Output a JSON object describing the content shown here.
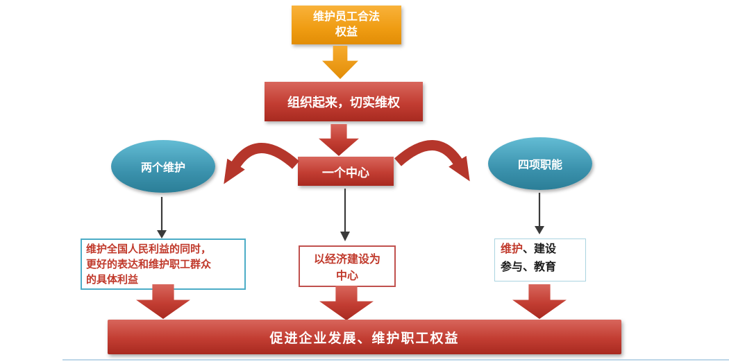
{
  "colors": {
    "orange": "#EF9C12",
    "red": "#C23D32",
    "teal": "#3B92AD",
    "note_text_red": "#C0392B"
  },
  "nodes": {
    "top": "维护员工合法\n权益",
    "organize": "组织起来，切实维权",
    "left_ellipse": "两个维护",
    "center_box": "一个中心",
    "right_ellipse": "四项职能",
    "left_note": "维护全国人民利益的同时，\n更好的表达和维护职工群众\n的具体利益",
    "center_note": "以经济建设为\n中心",
    "right_note": {
      "red": "维护",
      "rest": "、建设\n参与、教育"
    },
    "bottom_bar": "促进企业发展、维护职工权益"
  }
}
